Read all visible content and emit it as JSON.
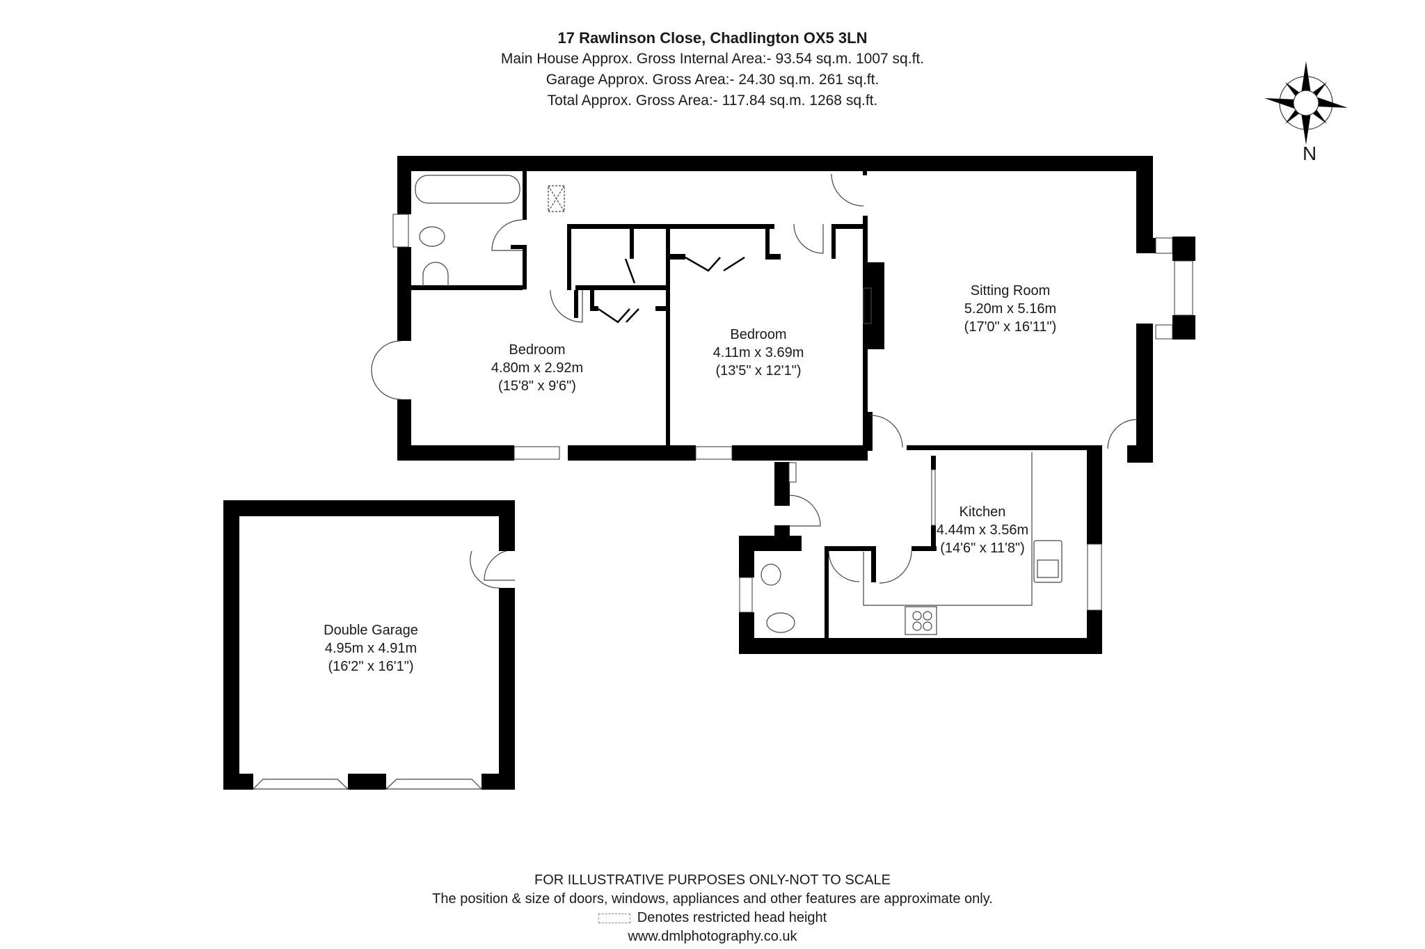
{
  "header": {
    "title": "17 Rawlinson Close, Chadlington OX5 3LN",
    "main_house_area": "Main House Approx. Gross Internal Area:- 93.54 sq.m. 1007 sq.ft.",
    "garage_area": "Garage Approx. Gross Area:- 24.30 sq.m. 261 sq.ft.",
    "total_area": "Total Approx. Gross Area:- 117.84 sq.m. 1268 sq.ft."
  },
  "compass": {
    "icon": "compass-rose-icon",
    "north_label": "N"
  },
  "rooms": [
    {
      "name": "Bedroom",
      "metric": "4.80m x 2.92m",
      "imperial": "(15'8\" x 9'6\")"
    },
    {
      "name": "Bedroom",
      "metric": "4.11m x 3.69m",
      "imperial": "(13'5\" x 12'1\")"
    },
    {
      "name": "Sitting Room",
      "metric": "5.20m x 5.16m",
      "imperial": "(17'0\" x 16'11\")"
    },
    {
      "name": "Kitchen",
      "metric": "4.44m x 3.56m",
      "imperial": "(14'6\" x 11'8\")"
    },
    {
      "name": "Double Garage",
      "metric": "4.95m x 4.91m",
      "imperial": "(16'2\" x 16'1\")"
    }
  ],
  "footer": {
    "disclaimer": "FOR ILLUSTRATIVE PURPOSES ONLY-NOT TO SCALE",
    "note": "The position & size of doors, windows, appliances and other features are approximate only.",
    "restricted_key": "Denotes restricted head height",
    "website": "www.dmlphotography.co.uk"
  },
  "colors": {
    "wall": "#000000",
    "background": "#ffffff",
    "line": "#555555"
  }
}
